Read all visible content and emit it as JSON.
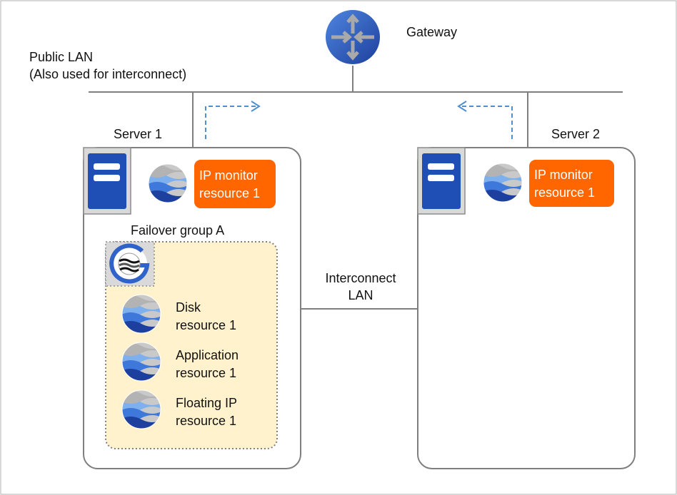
{
  "gateway": {
    "label": "Gateway",
    "icon": "router-icon"
  },
  "public_lan": {
    "line1": "Public LAN",
    "line2": "(Also used for interconnect)"
  },
  "interconnect_lan": {
    "line1": "Interconnect",
    "line2": "LAN"
  },
  "servers": [
    {
      "name": "Server 1",
      "monitor": {
        "line1": "IP monitor",
        "line2": "resource 1"
      }
    },
    {
      "name": "Server 2",
      "monitor": {
        "line1": "IP monitor",
        "line2": "resource 1"
      }
    }
  ],
  "failover_group": {
    "name": "Failover group A",
    "resources": [
      {
        "line1": "Disk",
        "line2": "resource 1"
      },
      {
        "line1": "Application",
        "line2": "resource 1"
      },
      {
        "line1": "Floating IP",
        "line2": "resource 1"
      }
    ]
  },
  "colors": {
    "monitor_fill": "#ff6600",
    "group_fill": "#fff2cc",
    "server_icon": "#1f4fb4",
    "arrow": "#4f8fd0",
    "line": "#7f7f7f"
  }
}
